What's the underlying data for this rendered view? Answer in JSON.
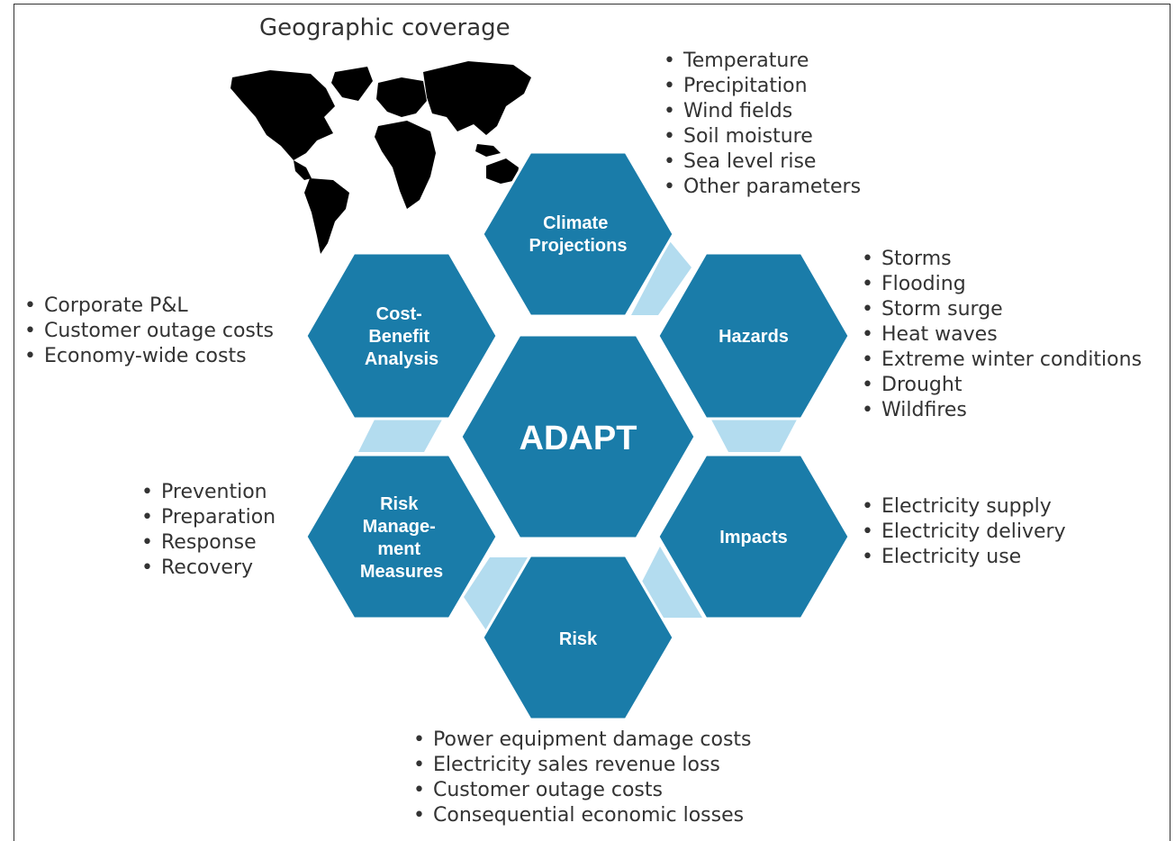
{
  "geographic_coverage": {
    "title": "Geographic coverage",
    "map_icon": "world-map-icon"
  },
  "center": {
    "label": "ADAPT"
  },
  "hexagons": {
    "climate": {
      "lines": [
        "Climate",
        "Projections"
      ]
    },
    "hazards": {
      "lines": [
        "Hazards"
      ]
    },
    "impacts": {
      "lines": [
        "Impacts"
      ]
    },
    "risk": {
      "lines": [
        "Risk"
      ]
    },
    "rmm": {
      "lines": [
        "Risk",
        "Manage-",
        "ment",
        "Measures"
      ]
    },
    "cba": {
      "lines": [
        "Cost-",
        "Benefit",
        "Analysis"
      ]
    }
  },
  "lists": {
    "climate": [
      "Temperature",
      "Precipitation",
      "Wind fields",
      "Soil moisture",
      "Sea level rise",
      "Other parameters"
    ],
    "hazards": [
      "Storms",
      "Flooding",
      "Storm surge",
      "Heat waves",
      "Extreme winter conditions",
      "Drought",
      "Wildfires"
    ],
    "cba": [
      "Corporate P&L",
      "Customer outage costs",
      "Economy-wide costs"
    ],
    "impacts": [
      "Electricity supply",
      "Electricity delivery",
      "Electricity use"
    ],
    "rmm": [
      "Prevention",
      "Preparation",
      "Response",
      "Recovery"
    ],
    "risk": [
      "Power equipment damage costs",
      "Electricity sales revenue loss",
      "Customer outage costs",
      "Consequential economic losses"
    ]
  },
  "colors": {
    "hex_fill": "#1a7ca9",
    "hex_stroke": "#ffffff",
    "connector": "#b3dcef",
    "map": "#000000",
    "text": "#333333"
  }
}
